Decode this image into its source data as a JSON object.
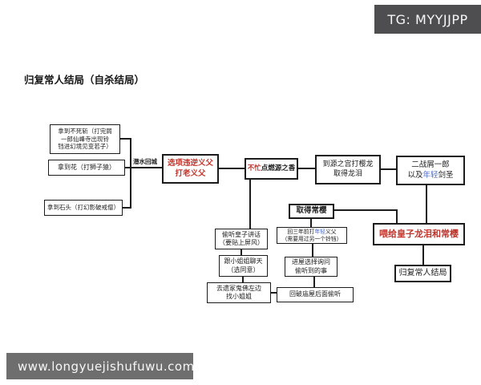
{
  "title": "归复常人结局（自杀结局）",
  "watermarks": {
    "top": "TG: MYYJJPP",
    "bottom": "www.longyuejishufuwu.com"
  },
  "edge_labels": {
    "dive_return": "潜水回城"
  },
  "nodes": {
    "mortal_blade": {
      "text": "拿到不死斩（打完屑\n一郎仙峰寺出现铃\n铛进幻境见变若子）"
    },
    "flower": {
      "text": "拿到花（打狮子猿）"
    },
    "stone": {
      "text": "拿到石头（打幻影破戒僧）"
    },
    "defy_father": {
      "text": "选项违逆义父\n打老义父"
    },
    "incense": {
      "red": "不忙",
      "black": "点燃源之香"
    },
    "dragon_tears": {
      "text": "到源之宫打樱龙\n取得龙泪"
    },
    "second_battle": {
      "line1": "二战屑一郎",
      "line2_pre": "以及",
      "line2_blue": "年轻",
      "line2_post": "剑圣"
    },
    "everblossom": {
      "text": "取得常樱"
    },
    "three_years": {
      "line1_pre": "回三年前打",
      "line1_blue": "年轻",
      "line1_post": "义父",
      "line2": "（需要用过另一个铃铛）"
    },
    "ask_overheard": {
      "text": "进屋选择询问\n偷听到的事"
    },
    "temple_eavesdrop": {
      "text": "回破庙屋后面偷听"
    },
    "eavesdrop_prince": {
      "text": "偷听皇子讲话\n（要贴上屏风）"
    },
    "chat_lady": {
      "text": "跟小姐姐聊天\n（选同意）"
    },
    "find_lady": {
      "text": "去遗冢鬼佛左边\n找小姐姐"
    },
    "feed_prince": {
      "text": "喂给皇子龙泪和常樱"
    },
    "ending": {
      "text": "归复常人结局"
    }
  },
  "colors": {
    "accent_red": "#c0342b",
    "accent_blue": "#4668c9",
    "line_black": "#1c1c1c",
    "banner_top_bg": "#4e4e50",
    "banner_bottom_bg": "#6e6e6e",
    "background": "#ffffff"
  }
}
